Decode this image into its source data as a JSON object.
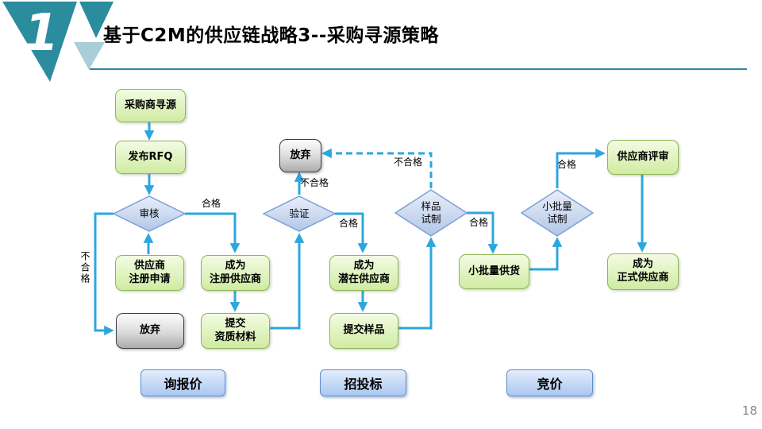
{
  "header": {
    "badge_number": "1",
    "title": "基于C2M的供应链战略3--采购寻源策略"
  },
  "footer": {
    "page_number": "18"
  },
  "colors": {
    "accent_teal": "#2B8C9E",
    "accent_teal_light": "#A8CED8",
    "arrow_blue": "#2BA7DF",
    "process_fill": "#DDF2BC",
    "process_border": "#91B655",
    "decision_fill": "#C3D2EC",
    "decision_border": "#7CA1D4",
    "abandon_fill": "#C9C9C9",
    "category_fill": "#BDD3F4",
    "category_border": "#5E8FCB"
  },
  "flowchart": {
    "nodes": {
      "purchasing_sourcing": "采购商寻源",
      "publish_rfq": "发布RFQ",
      "supplier_reg_apply": "供应商\n注册申请",
      "abandon_1": "放弃",
      "become_registered": "成为\n注册供应商",
      "submit_qualification": "提交\n资质材料",
      "abandon_2": "放弃",
      "become_potential": "成为\n潜在供应商",
      "submit_sample": "提交样品",
      "small_batch_supply": "小批量供货",
      "supplier_review": "供应商评审",
      "become_formal": "成为\n正式供应商"
    },
    "decisions": {
      "audit": "审核",
      "verify": "验证",
      "sample_trial": "样品\n试制",
      "small_batch_trial": "小批量\n试制"
    },
    "edge_labels": {
      "audit_pass": "合格",
      "audit_fail": "不合格",
      "verify_pass": "合格",
      "verify_fail": "不合格",
      "sample_pass": "合格",
      "sample_fail": "不合格",
      "trial_pass": "合格"
    },
    "categories": {
      "inquiry": "询报价",
      "bidding": "招投标",
      "auction": "竞价"
    }
  }
}
